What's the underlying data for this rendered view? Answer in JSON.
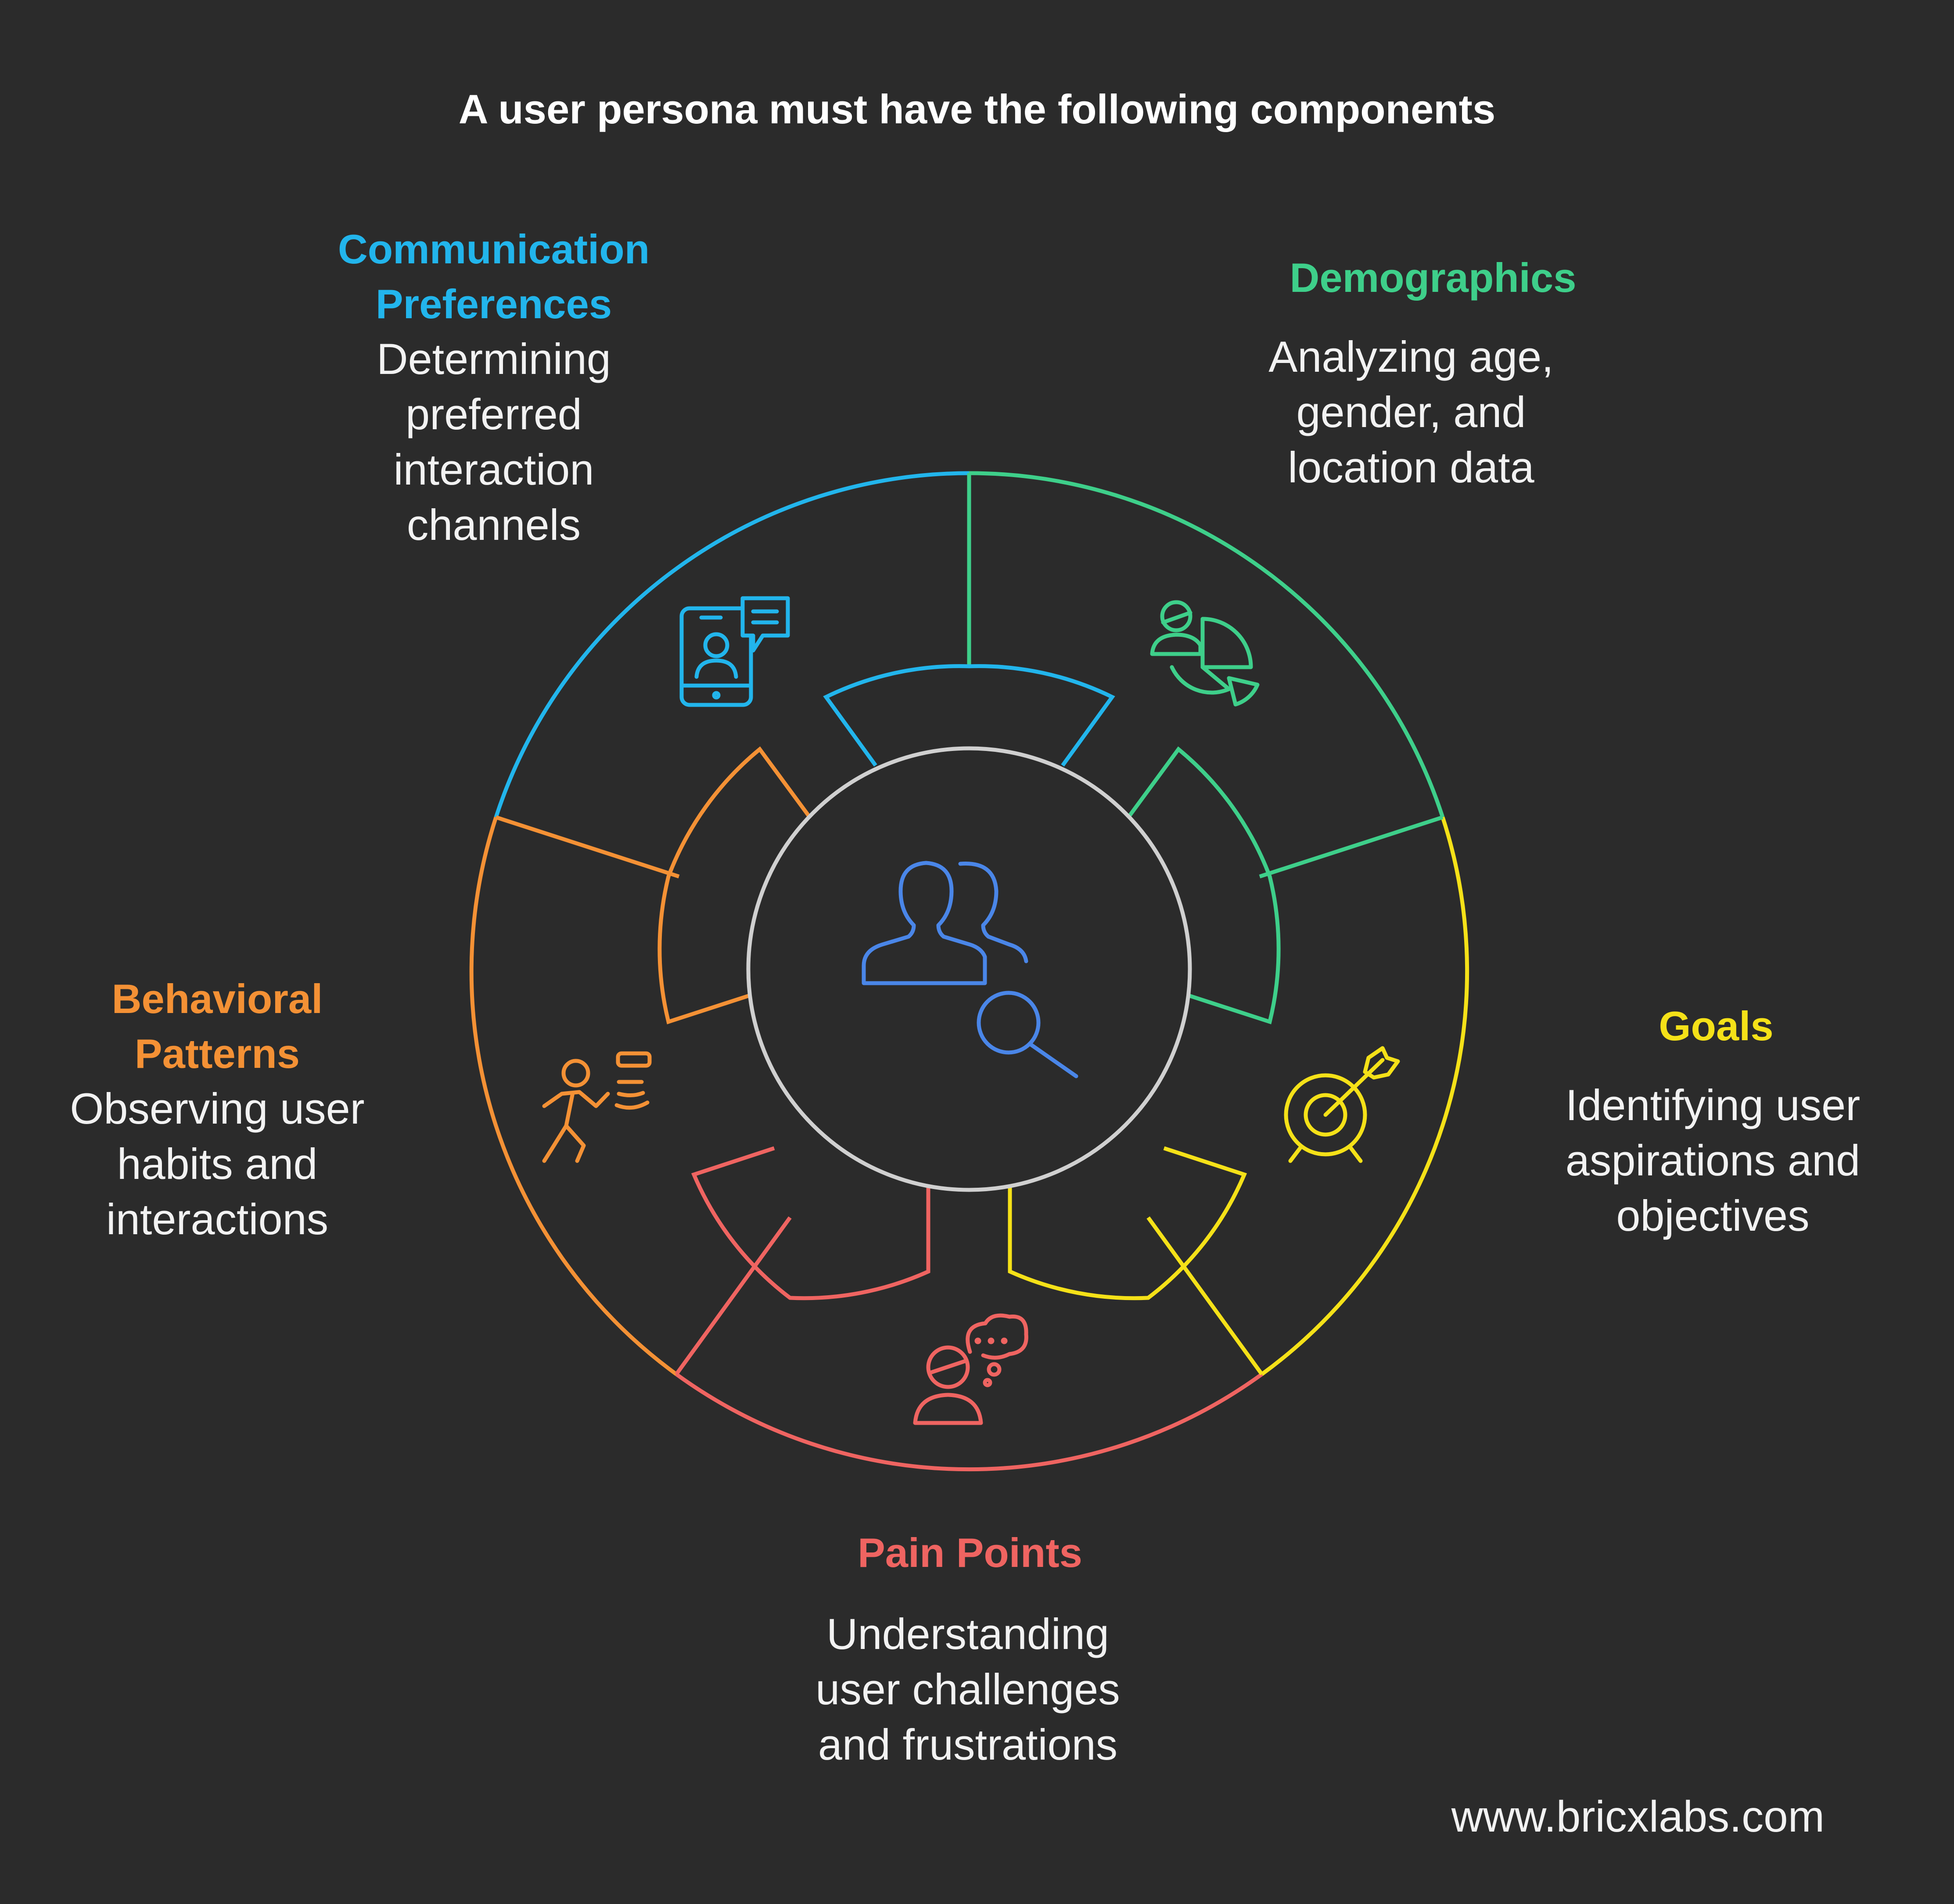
{
  "title": "A user persona must have the following components",
  "center_icon": "user-search-icon",
  "segments": [
    {
      "id": "communication",
      "heading_lines": [
        "Communication",
        "Preferences"
      ],
      "description_lines": [
        "Determining",
        "preferred",
        "interaction",
        "channels"
      ],
      "color": "#22b5ec",
      "icon": "mobile-chat-icon"
    },
    {
      "id": "demographics",
      "heading_lines": [
        "Demographics"
      ],
      "description_lines": [
        "Analyzing age,",
        "gender, and",
        "location data"
      ],
      "color": "#3ecf8a",
      "icon": "person-pie-chart-icon"
    },
    {
      "id": "goals",
      "heading_lines": [
        "Goals"
      ],
      "description_lines": [
        "Identifying user",
        "aspirations and",
        "objectives"
      ],
      "color": "#f5e118",
      "icon": "target-arrow-icon"
    },
    {
      "id": "pain-points",
      "heading_lines": [
        "Pain Points"
      ],
      "description_lines": [
        "Understanding",
        "user challenges",
        "and frustrations"
      ],
      "color": "#ef6461",
      "icon": "frustrated-person-icon"
    },
    {
      "id": "behavioral",
      "heading_lines": [
        "Behavioral",
        "Patterns"
      ],
      "description_lines": [
        "Observing user",
        "habits and",
        "interactions"
      ],
      "color": "#f49135",
      "icon": "running-person-icon"
    }
  ],
  "center_color": "#d0d0d0",
  "center_icon_color": "#4a86e8",
  "footer": "www.bricxlabs.com"
}
